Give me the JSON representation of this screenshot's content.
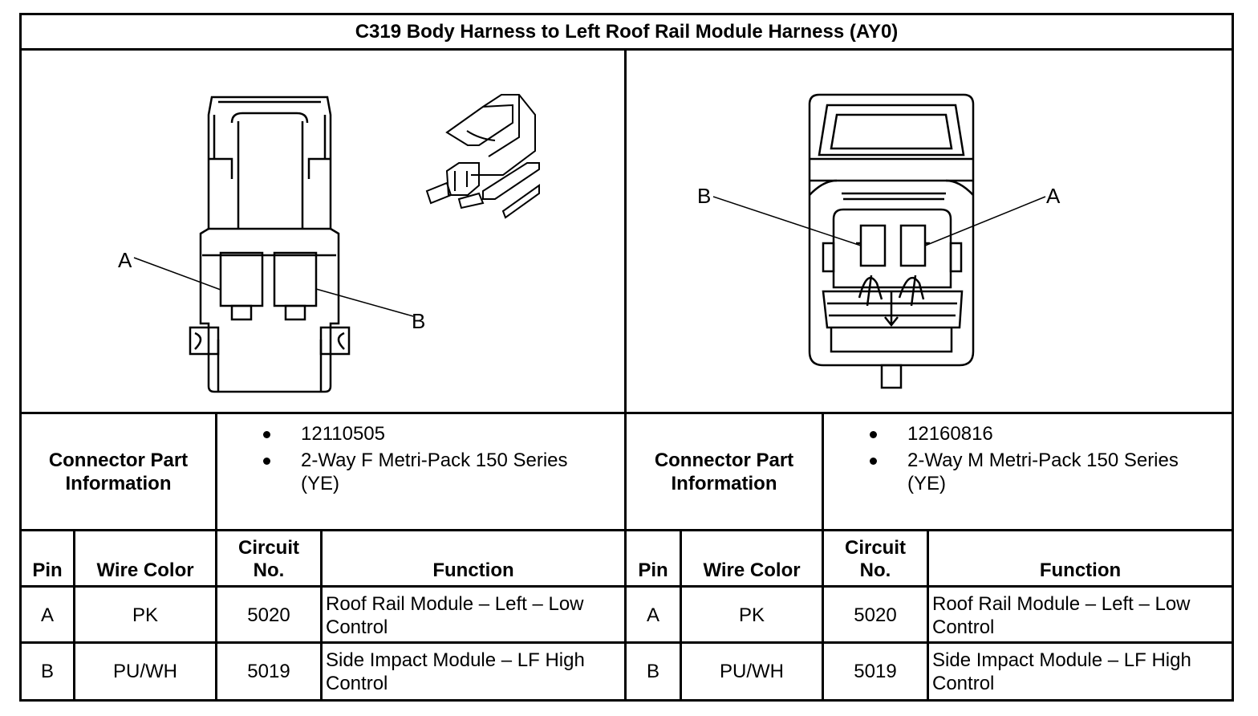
{
  "title": "C319 Body Harness to Left Roof Rail Module Harness (AY0)",
  "left": {
    "view_label_a": "A",
    "view_label_b": "B",
    "connector_label_line1": "Connector Part",
    "connector_label_line2": "Information",
    "part_number": "12110505",
    "part_desc_line1": "2-Way F Metri-Pack 150 Series",
    "part_desc_line2": "(YE)",
    "headers": {
      "pin": "Pin",
      "wire_color": "Wire Color",
      "circuit_line1": "Circuit",
      "circuit_line2": "No.",
      "function": "Function"
    },
    "rows": [
      {
        "pin": "A",
        "wire_color": "PK",
        "circuit": "5020",
        "function_line1": "Roof Rail Module – Left – Low",
        "function_line2": "Control"
      },
      {
        "pin": "B",
        "wire_color": "PU/WH",
        "circuit": "5019",
        "function_line1": "Side Impact Module – LF High",
        "function_line2": "Control"
      }
    ]
  },
  "right": {
    "view_label_a": "A",
    "view_label_b": "B",
    "connector_label_line1": "Connector Part",
    "connector_label_line2": "Information",
    "part_number": "12160816",
    "part_desc_line1": "2-Way M Metri-Pack 150 Series",
    "part_desc_line2": "(YE)",
    "headers": {
      "pin": "Pin",
      "wire_color": "Wire Color",
      "circuit_line1": "Circuit",
      "circuit_line2": "No.",
      "function": "Function"
    },
    "rows": [
      {
        "pin": "A",
        "wire_color": "PK",
        "circuit": "5020",
        "function_line1": "Roof Rail Module – Left – Low",
        "function_line2": "Control"
      },
      {
        "pin": "B",
        "wire_color": "PU/WH",
        "circuit": "5019",
        "function_line1": "Side Impact Module – LF High",
        "function_line2": "Control"
      }
    ]
  }
}
